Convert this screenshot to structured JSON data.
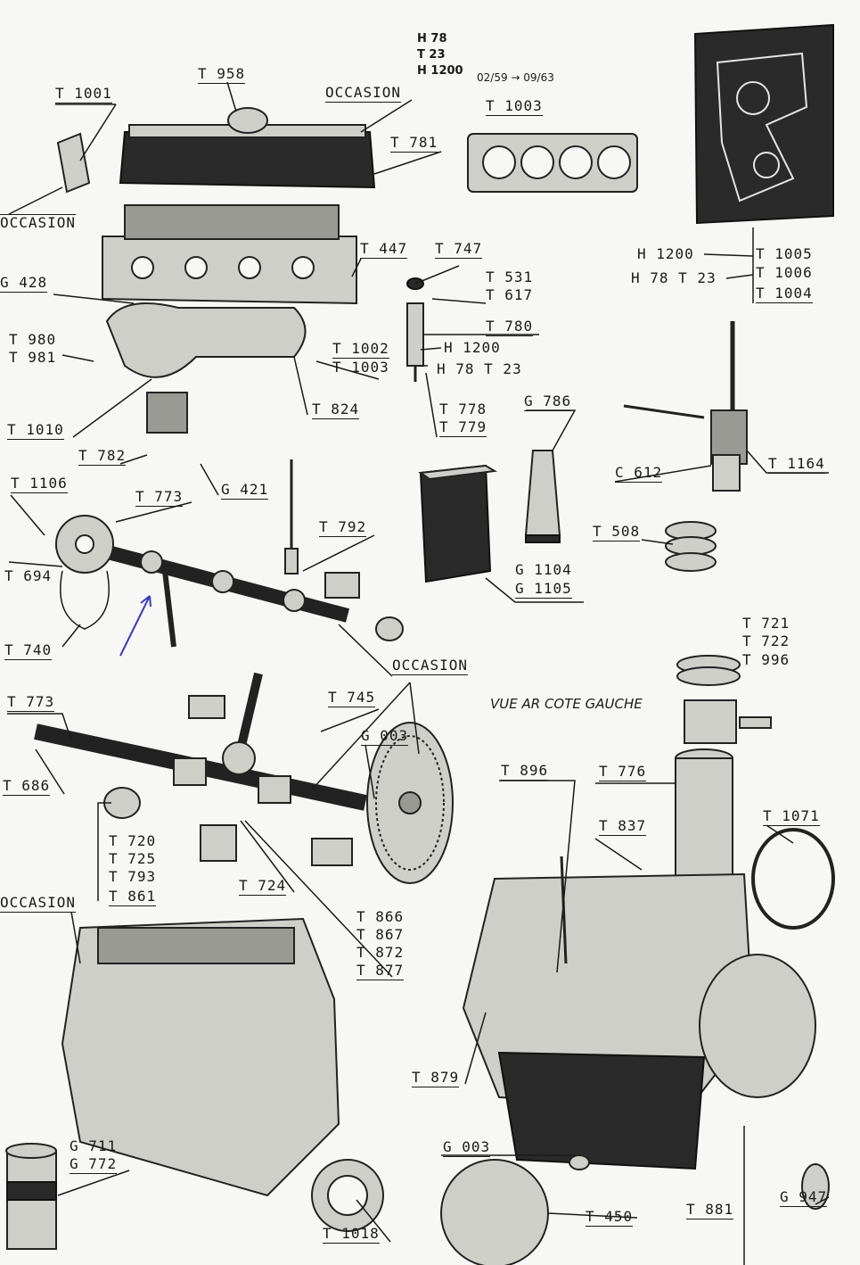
{
  "header": {
    "codes": [
      "H 78",
      "T 23",
      "H 1200"
    ],
    "date_range": "02/59 → 09/63"
  },
  "note": "VUE AR COTE GAUCHE",
  "labels": {
    "t958": "T 958",
    "t1001": "T 1001",
    "occasion_top": "OCCASION",
    "t1003_gasket": "T 1003",
    "t781": "T 781",
    "occasion_left": "OCCASION",
    "t447": "T 447",
    "t747": "T 747",
    "g428": "G 428",
    "t531": "T 531",
    "t617": "T 617",
    "t780": "T 780",
    "h1200_valve": "H 1200",
    "h78t23_valve": "H 78 T 23",
    "t980": "T 980",
    "t981": "T 981",
    "t1002": "T 1002",
    "t1003_valve": "T 1003",
    "t824": "T 824",
    "t778": "T 778",
    "t779": "T 779",
    "g786": "G 786",
    "t1010": "T 1010",
    "t782": "T 782",
    "g421": "G 421",
    "h1200_set": "H 1200",
    "h78t23_set": "H 78 T 23",
    "t1005": "T 1005",
    "t1006": "T 1006",
    "t1004": "T 1004",
    "c612": "C 612",
    "t1164": "T 1164",
    "t1106": "T 1106",
    "t773_a": "T 773",
    "t792": "T 792",
    "t694": "T 694",
    "t508": "T 508",
    "g1104": "G 1104",
    "g1105": "G 1105",
    "t740": "T 740",
    "t721": "T 721",
    "t722": "T 722",
    "t996": "T 996",
    "occasion_mid": "OCCASION",
    "t745": "T 745",
    "t773_b": "T 773",
    "g003_a": "G 003",
    "t686": "T 686",
    "t896": "T 896",
    "t776": "T 776",
    "t1071": "T 1071",
    "t837": "T 837",
    "t720": "T 720",
    "t725": "T 725",
    "t793": "T 793",
    "t861": "T 861",
    "t724": "T 724",
    "occasion_block": "OCCASION",
    "t866": "T 866",
    "t867": "T 867",
    "t872": "T 872",
    "t877": "T 877",
    "t879": "T 879",
    "g711": "G 711",
    "g772": "G 772",
    "g003_b": "G 003",
    "g947": "G 947",
    "t450": "T 450",
    "t881": "T 881",
    "t1018": "T 1018"
  }
}
